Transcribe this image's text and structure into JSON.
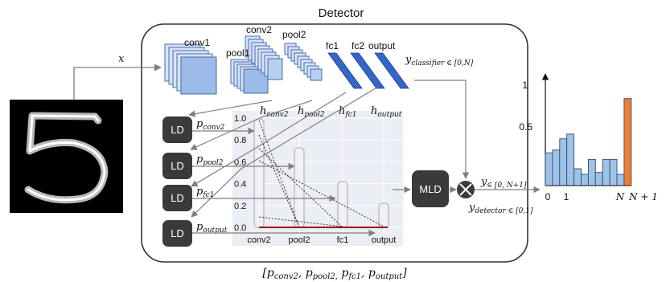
{
  "title": "Detector",
  "input_var": "x",
  "layers": {
    "conv1": "conv1",
    "pool1": "pool1",
    "conv2": "conv2",
    "pool2": "pool2",
    "fc1": "fc1",
    "fc2": "fc2",
    "output": "output"
  },
  "y_classifier": {
    "base": "y",
    "sub": "classifier ∈ [0,N]"
  },
  "h_labels": [
    {
      "base": "h",
      "sub": "conv2"
    },
    {
      "base": "h",
      "sub": "pool2"
    },
    {
      "base": "h",
      "sub": "fc1"
    },
    {
      "base": "h",
      "sub": "output"
    }
  ],
  "ld_blocks": [
    {
      "label": "LD",
      "p_base": "p",
      "p_sub": "conv2"
    },
    {
      "label": "LD",
      "p_base": "p",
      "p_sub": "pool2"
    },
    {
      "label": "LD",
      "p_base": "p",
      "p_sub": "fc1"
    },
    {
      "label": "LD",
      "p_base": "p",
      "p_sub": "output"
    }
  ],
  "mld_label": "MLD",
  "inner_chart": {
    "y_ticks": [
      "1.0",
      "0.8",
      "0.6",
      "0.4",
      "0.2",
      "0.0"
    ],
    "x_labels": [
      "conv2",
      "pool2",
      "fc1",
      "output"
    ]
  },
  "combiner": {
    "y_out_base": "y",
    "y_out_sub": "∈ [0, N+1]",
    "y_det_base": "y",
    "y_det_sub": "detector ∈ [0,1]"
  },
  "bottom_vector": {
    "open": "[",
    "items": [
      {
        "base": "p",
        "sub": "conv2"
      },
      {
        "base": "p",
        "sub": "pool2,"
      },
      {
        "base": "p",
        "sub": "fc1"
      },
      {
        "base": "p",
        "sub": "output"
      }
    ],
    "close": "]"
  },
  "hist": {
    "y_ticks": [
      "1",
      "0.5"
    ],
    "x_ticks": [
      "0",
      "1",
      "N",
      "N + 1"
    ]
  },
  "chart_data": {
    "type": "bar",
    "values": [
      0.35,
      0.38,
      0.5,
      0.55,
      0.18,
      0.12,
      0.28,
      0.14,
      0.28,
      0.28,
      0.12,
      0.93
    ],
    "ylim": [
      0,
      1.15
    ],
    "colors": {
      "normal": "#9fc3e7",
      "last": "#ed7d31",
      "edge": "#2f4b7c"
    }
  },
  "colors": {
    "ld_box": "#3a3a3a",
    "layer_dark": "#3465c9",
    "layer_light": "#c9daf4",
    "arrow": "#7f7f7f",
    "chart_bg": "#eceef5",
    "zero_line": "#a00000"
  }
}
